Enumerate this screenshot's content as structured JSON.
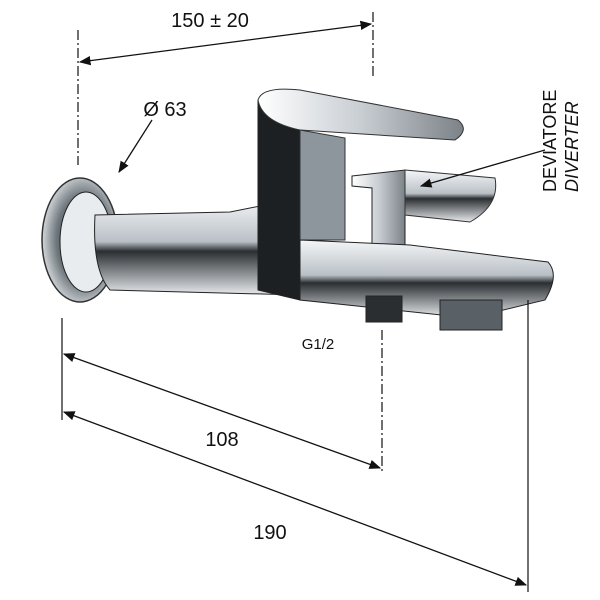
{
  "dimensions": {
    "top_width": "150 ± 20",
    "diameter": "Ø 63",
    "inlet_spacing": "108",
    "total_length": "190"
  },
  "labels": {
    "diverter_it": "DEVIATORE",
    "diverter_en": "DIVERTER",
    "connection": "G1/2"
  }
}
